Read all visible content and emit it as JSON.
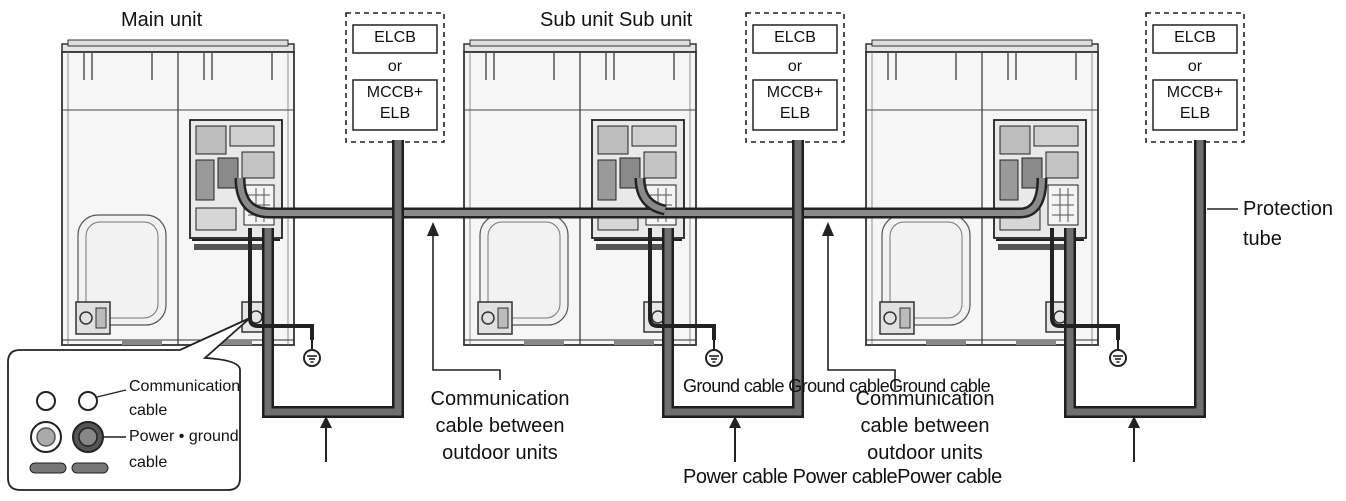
{
  "labels": {
    "main_unit": "Main unit",
    "sub_units": "Sub unit Sub unit",
    "elcb": "ELCB",
    "or": "or",
    "mccb_line1": "MCCB+",
    "mccb_line2": "ELB",
    "protection_line1": "Protection",
    "protection_line2": "tube",
    "comm1_line1": "Communication",
    "comm1_line2": "cable between",
    "comm1_line3": "outdoor units",
    "comm2_line1": "Communication",
    "comm2_line2": "cable between",
    "comm2_line3": "outdoor units",
    "ground_cables": "Ground cable Ground cableGround cable",
    "power_cables": "Power cable Power cablePower cable"
  },
  "inset": {
    "communication_line1": "Communication",
    "communication_line2": "cable",
    "power_ground_line1": "Power • ground",
    "power_ground_line2": "cable"
  },
  "breakers": [
    {
      "elcb": "ELCB",
      "or": "or",
      "mccb1": "MCCB+",
      "mccb2": "ELB"
    },
    {
      "elcb": "ELCB",
      "or": "or",
      "mccb1": "MCCB+",
      "mccb2": "ELB"
    },
    {
      "elcb": "ELCB",
      "or": "or",
      "mccb1": "MCCB+",
      "mccb2": "ELB"
    }
  ],
  "colors": {
    "tube": "#6f6f6f",
    "tube_edge": "#1f1f1f",
    "line": "#222222",
    "unit_fill": "#f4f4f4"
  }
}
